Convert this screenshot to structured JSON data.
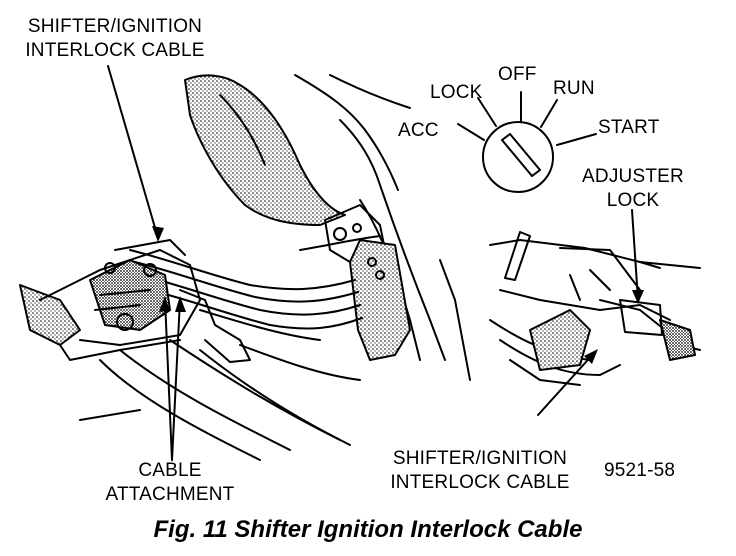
{
  "labels": {
    "top_left_line1": "SHIFTER/IGNITION",
    "top_left_line2": "INTERLOCK CABLE",
    "lock": "LOCK",
    "off": "OFF",
    "run": "RUN",
    "acc": "ACC",
    "start": "START",
    "adjuster_line1": "ADJUSTER",
    "adjuster_line2": "LOCK",
    "cable_attachment_line1": "CABLE",
    "cable_attachment_line2": "ATTACHMENT",
    "bottom_cable_line1": "SHIFTER/IGNITION",
    "bottom_cable_line2": "INTERLOCK CABLE",
    "figure_code": "9521-58"
  },
  "caption": "Fig. 11 Shifter Ignition Interlock Cable"
}
